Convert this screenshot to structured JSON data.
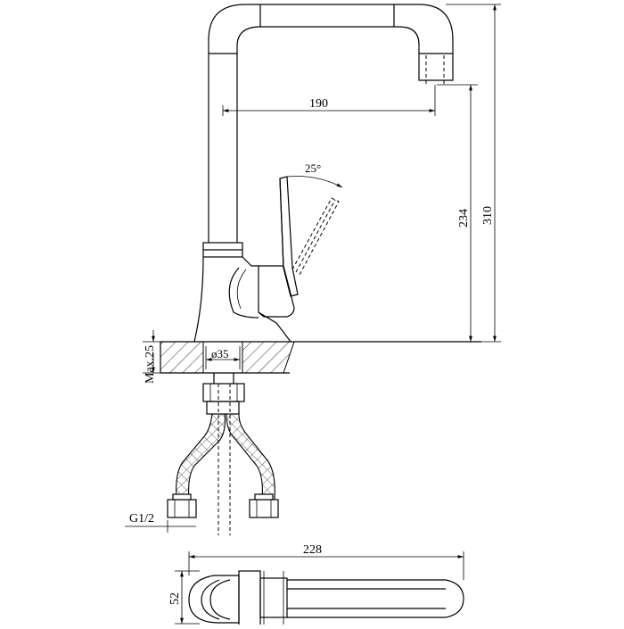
{
  "dimensions": {
    "spout_reach": "190",
    "outlet_height": "234",
    "total_height": "310",
    "lever_angle": "25°",
    "hole_diameter": "ø35",
    "max_counter_thickness": "Max.25",
    "connection_thread": "G1/2",
    "total_length": "228",
    "base_width": "52"
  }
}
